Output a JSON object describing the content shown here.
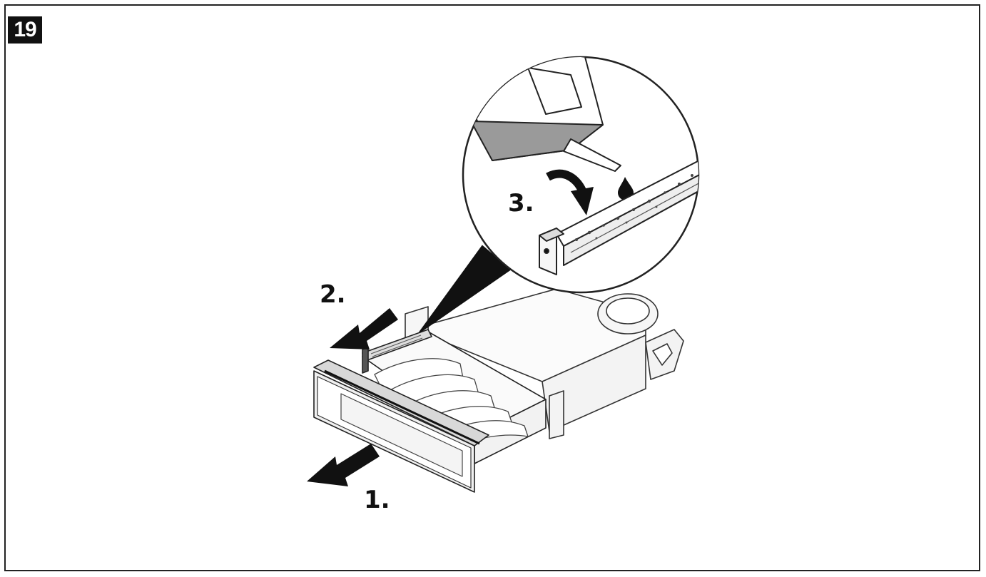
{
  "figure": {
    "number": "19"
  },
  "steps": {
    "one": "1.",
    "two": "2.",
    "three": "3."
  }
}
